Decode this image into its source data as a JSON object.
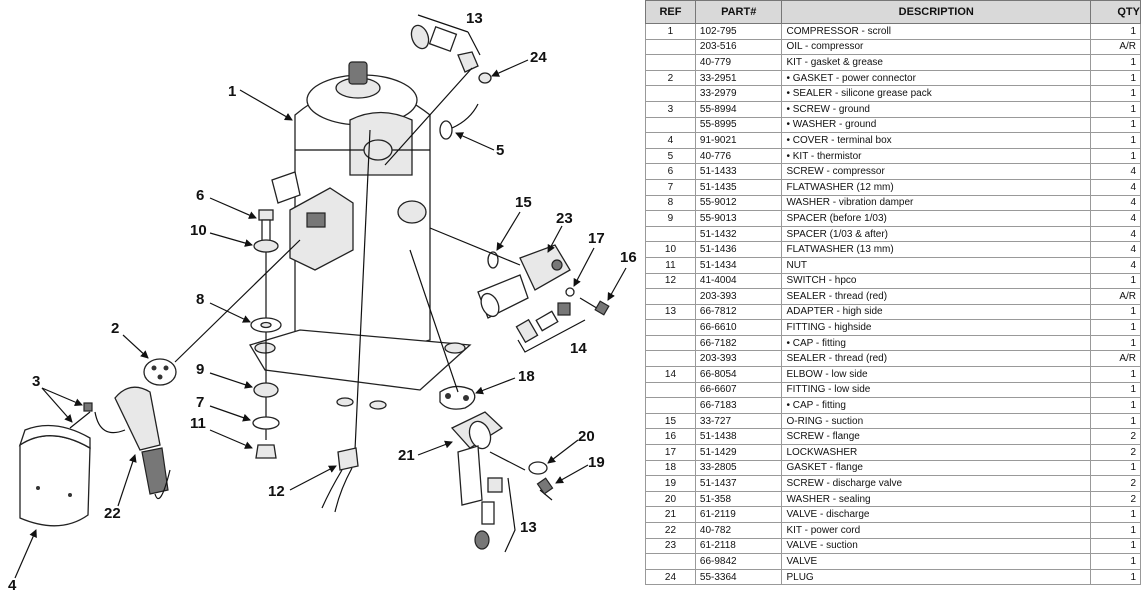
{
  "table": {
    "headers": {
      "ref": "REF",
      "part": "PART#",
      "description": "DESCRIPTION",
      "qty": "QTY"
    },
    "rows": [
      {
        "ref": "1",
        "part": "102-795",
        "description": "COMPRESSOR - scroll",
        "qty": "1"
      },
      {
        "ref": "",
        "part": "203-516",
        "description": "OIL - compressor",
        "qty": "A/R"
      },
      {
        "ref": "",
        "part": "40-779",
        "description": "KIT - gasket & grease",
        "qty": "1"
      },
      {
        "ref": "2",
        "part": "33-2951",
        "description": "• GASKET - power connector",
        "qty": "1"
      },
      {
        "ref": "",
        "part": "33-2979",
        "description": "• SEALER - silicone grease pack",
        "qty": "1"
      },
      {
        "ref": "3",
        "part": "55-8994",
        "description": "• SCREW - ground",
        "qty": "1"
      },
      {
        "ref": "",
        "part": "55-8995",
        "description": "• WASHER - ground",
        "qty": "1"
      },
      {
        "ref": "4",
        "part": "91-9021",
        "description": "• COVER - terminal box",
        "qty": "1"
      },
      {
        "ref": "5",
        "part": "40-776",
        "description": "• KIT - thermistor",
        "qty": "1"
      },
      {
        "ref": "6",
        "part": "51-1433",
        "description": "SCREW - compressor",
        "qty": "4"
      },
      {
        "ref": "7",
        "part": "51-1435",
        "description": "FLATWASHER (12 mm)",
        "qty": "4"
      },
      {
        "ref": "8",
        "part": "55-9012",
        "description": "WASHER - vibration damper",
        "qty": "4"
      },
      {
        "ref": "9",
        "part": "55-9013",
        "description": "SPACER (before 1/03)",
        "qty": "4"
      },
      {
        "ref": "",
        "part": "51-1432",
        "description": "SPACER (1/03 & after)",
        "qty": "4"
      },
      {
        "ref": "10",
        "part": "51-1436",
        "description": "FLATWASHER (13 mm)",
        "qty": "4"
      },
      {
        "ref": "11",
        "part": "51-1434",
        "description": "NUT",
        "qty": "4"
      },
      {
        "ref": "12",
        "part": "41-4004",
        "description": "SWITCH - hpco",
        "qty": "1"
      },
      {
        "ref": "",
        "part": "203-393",
        "description": "SEALER - thread (red)",
        "qty": "A/R"
      },
      {
        "ref": "13",
        "part": "66-7812",
        "description": "ADAPTER - high side",
        "qty": "1"
      },
      {
        "ref": "",
        "part": "66-6610",
        "description": "FITTING - highside",
        "qty": "1"
      },
      {
        "ref": "",
        "part": "66-7182",
        "description": "• CAP - fitting",
        "qty": "1"
      },
      {
        "ref": "",
        "part": "203-393",
        "description": "SEALER - thread (red)",
        "qty": "A/R"
      },
      {
        "ref": "14",
        "part": "66-8054",
        "description": "ELBOW - low side",
        "qty": "1"
      },
      {
        "ref": "",
        "part": "66-6607",
        "description": "FITTING - low side",
        "qty": "1"
      },
      {
        "ref": "",
        "part": "66-7183",
        "description": "• CAP - fitting",
        "qty": "1"
      },
      {
        "ref": "15",
        "part": "33-727",
        "description": "O-RING - suction",
        "qty": "1"
      },
      {
        "ref": "16",
        "part": "51-1438",
        "description": "SCREW - flange",
        "qty": "2"
      },
      {
        "ref": "17",
        "part": "51-1429",
        "description": "LOCKWASHER",
        "qty": "2"
      },
      {
        "ref": "18",
        "part": "33-2805",
        "description": "GASKET - flange",
        "qty": "1"
      },
      {
        "ref": "19",
        "part": "51-1437",
        "description": "SCREW - discharge valve",
        "qty": "2"
      },
      {
        "ref": "20",
        "part": "51-358",
        "description": "WASHER - sealing",
        "qty": "2"
      },
      {
        "ref": "21",
        "part": "61-2119",
        "description": "VALVE - discharge",
        "qty": "1"
      },
      {
        "ref": "22",
        "part": "40-782",
        "description": "KIT - power cord",
        "qty": "1"
      },
      {
        "ref": "23",
        "part": "61-2118",
        "description": "VALVE - suction",
        "qty": "1"
      },
      {
        "ref": "",
        "part": "66-9842",
        "description": "VALVE",
        "qty": "1"
      },
      {
        "ref": "24",
        "part": "55-3364",
        "description": "PLUG",
        "qty": "1"
      }
    ]
  },
  "callouts": {
    "c1": "1",
    "c2": "2",
    "c3": "3",
    "c4": "4",
    "c5": "5",
    "c6": "6",
    "c7": "7",
    "c8": "8",
    "c9": "9",
    "c10": "10",
    "c11": "11",
    "c12": "12",
    "c13a": "13",
    "c13b": "13",
    "c14": "14",
    "c15": "15",
    "c16": "16",
    "c17": "17",
    "c18": "18",
    "c19": "19",
    "c20": "20",
    "c21": "21",
    "c22": "22",
    "c23": "23",
    "c24": "24"
  }
}
